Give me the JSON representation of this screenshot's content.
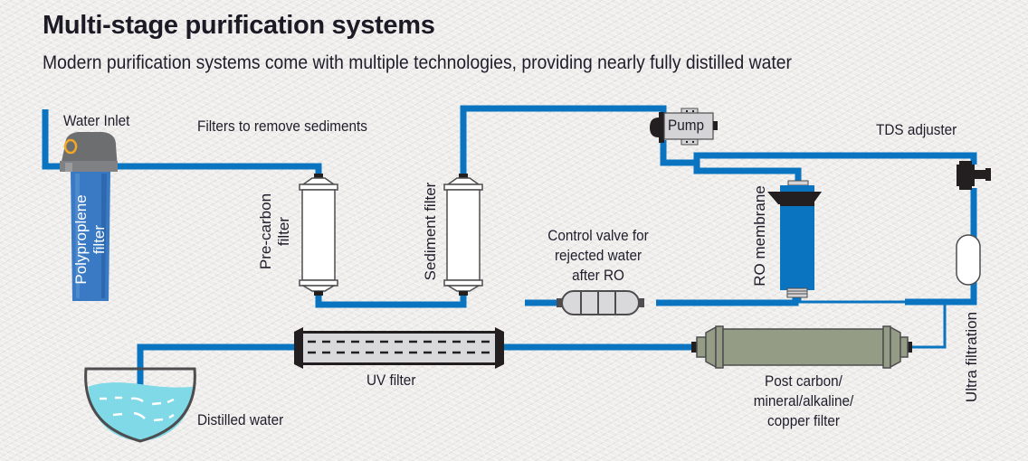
{
  "header": {
    "title": "Multi-stage purification systems",
    "subtitle": "Modern purification systems come with multiple technologies, providing nearly fully distilled water"
  },
  "labels": {
    "water_inlet": "Water Inlet",
    "polypropylene_line1": "Polyproplene",
    "polypropylene_line2": "filter",
    "filters_sediments": "Filters to remove sediments",
    "pre_carbon_line1": "Pre-carbon",
    "pre_carbon_line2": "filter",
    "sediment_filter": "Sediment filter",
    "pump": "Pump",
    "control_valve_line1": "Control valve for",
    "control_valve_line2": "rejected water",
    "control_valve_line3": "after RO",
    "ro_membrane": "RO membrane",
    "tds_adjuster": "TDS adjuster",
    "ultra_filtration": "Ultra filtration",
    "post_carbon_line1": "Post carbon/",
    "post_carbon_line2": "mineral/alkaline/",
    "post_carbon_line3": "copper filter",
    "uv_filter": "UV filter",
    "distilled_water": "Distilled water"
  },
  "colors": {
    "pipe": "#0a74c0",
    "filter_blue": "#3a7ac4",
    "cap_grey": "#6d6e70",
    "post_filter_green": "#949c86",
    "water": "#7fd9e6",
    "dark": "#231f20"
  }
}
